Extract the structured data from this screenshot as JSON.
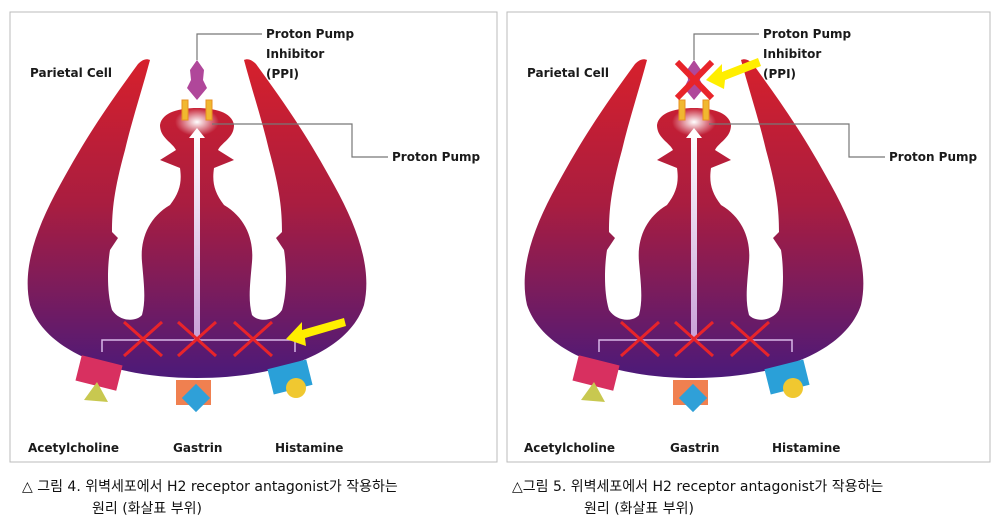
{
  "figures": [
    {
      "labels": {
        "cell": "Parietal Cell",
        "ppi_1": "Proton Pump",
        "ppi_2": "Inhibitor",
        "ppi_3": "(PPI)",
        "pump": "Proton Pump",
        "ach": "Acetylcholine",
        "gastrin": "Gastrin",
        "histamine": "Histamine"
      },
      "caption_1": "△ 그림 4. 위벽세포에서 H2 receptor antagonist가 작용하는",
      "caption_2": "원리 (화살표 부위)"
    },
    {
      "labels": {
        "cell": "Parietal Cell",
        "ppi_1": "Proton Pump",
        "ppi_2": "Inhibitor",
        "ppi_3": "(PPI)",
        "pump": "Proton Pump",
        "ach": "Acetylcholine",
        "gastrin": "Gastrin",
        "histamine": "Histamine"
      },
      "caption_1": "△그림 5. 위벽세포에서 H2 receptor antagonist가 작용하는",
      "caption_2": "원리 (화살표 부위)"
    }
  ],
  "colors": {
    "cell_top": "#d0202e",
    "cell_bottom": "#4b1b78",
    "block_x": "#e8242a",
    "arrow": "#ffee00",
    "ppi": "#b0479a"
  }
}
